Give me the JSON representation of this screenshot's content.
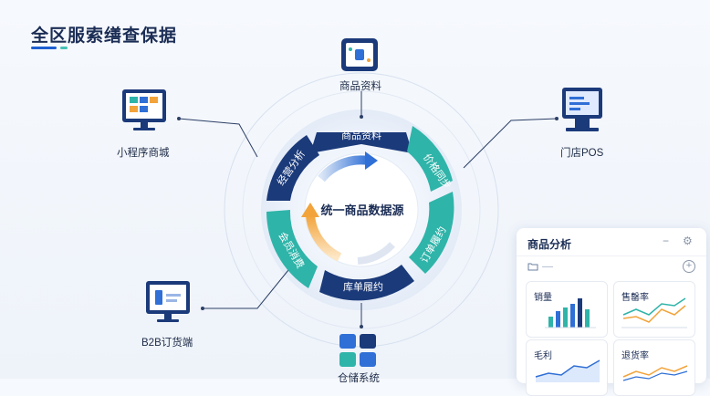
{
  "page": {
    "title": "全区服索缮查保据"
  },
  "ring": {
    "center_label": "统一商品数据源",
    "segments": [
      "商品资料",
      "价格同步",
      "订单履约",
      "库单履约",
      "会员消费",
      "经营分析"
    ]
  },
  "nodes": {
    "top": "商品资料",
    "left_top": "小程序商城",
    "right_top": "门店POS",
    "left_bottom": "B2B订货端",
    "bottom": "仓储系统"
  },
  "panel": {
    "title": "商品分析",
    "minimize": "−",
    "settings": "⚙",
    "add": "+",
    "cards": [
      {
        "title": "销量",
        "chart": "bar"
      },
      {
        "title": "售罄率",
        "chart": "line"
      },
      {
        "title": "毛利",
        "chart": "area"
      },
      {
        "title": "退货率",
        "chart": "line"
      }
    ]
  },
  "icons": {
    "top": "tablet-icon",
    "left_top": "monitor-icon",
    "right_top": "pos-terminal-icon",
    "left_bottom": "monitor-icon",
    "bottom": "warehouse-icon"
  },
  "colors": {
    "navy": "#1b3a7a",
    "teal": "#2fb4a9",
    "blue": "#2f6fd6",
    "orange": "#f2a33a"
  }
}
